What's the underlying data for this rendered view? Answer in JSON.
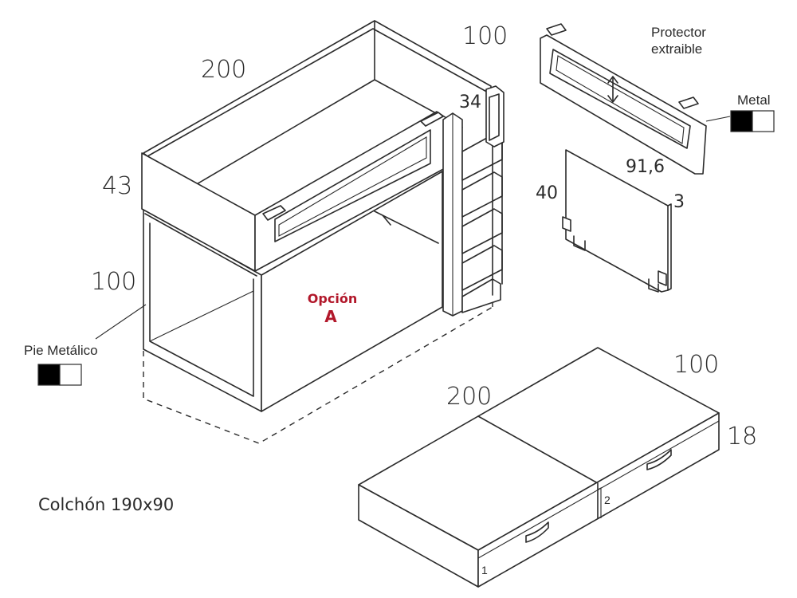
{
  "dimensions": {
    "bed_length": "200",
    "bed_width": "100",
    "top_height": "43",
    "base_height": "100",
    "ladder_width": "34",
    "drawer_width": "100",
    "drawer_length": "200",
    "drawer_height": "18",
    "panel_width": "91,6",
    "panel_height": "40",
    "panel_thickness": "3"
  },
  "labels": {
    "protector_line1": "Protector",
    "protector_line2": "extraible",
    "metal": "Metal",
    "pie_metalico": "Pie Metálico",
    "option_word": "Opción",
    "option_letter": "A",
    "mattress": "Colchón 190x90",
    "drawer_1": "1",
    "drawer_2": "2"
  },
  "colors": {
    "line": "#2b2b2b",
    "accent_red": "#b2182b",
    "swatch_black": "#000000",
    "swatch_white": "#ffffff"
  }
}
